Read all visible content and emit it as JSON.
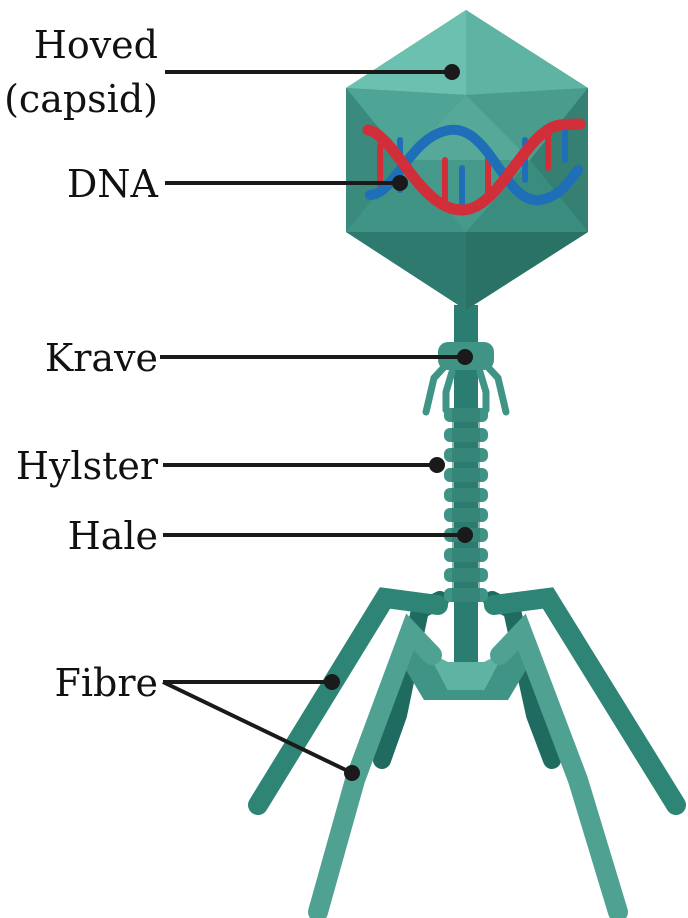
{
  "labels": {
    "head_line1": "Hoved",
    "head_line2": "(capsid)",
    "dna": "DNA",
    "collar": "Krave",
    "sheath": "Hylster",
    "tail": "Hale",
    "fibres": "Fibre"
  },
  "colors": {
    "capsid_light": "#5fb3a3",
    "capsid_mid": "#3f9486",
    "capsid_dark": "#2e7a6e",
    "body_dark": "#1f6b5f",
    "fibre_light": "#4fa192",
    "dna_red": "#d02f3a",
    "dna_blue": "#1f6fb8",
    "leader": "#1a1a1a"
  }
}
